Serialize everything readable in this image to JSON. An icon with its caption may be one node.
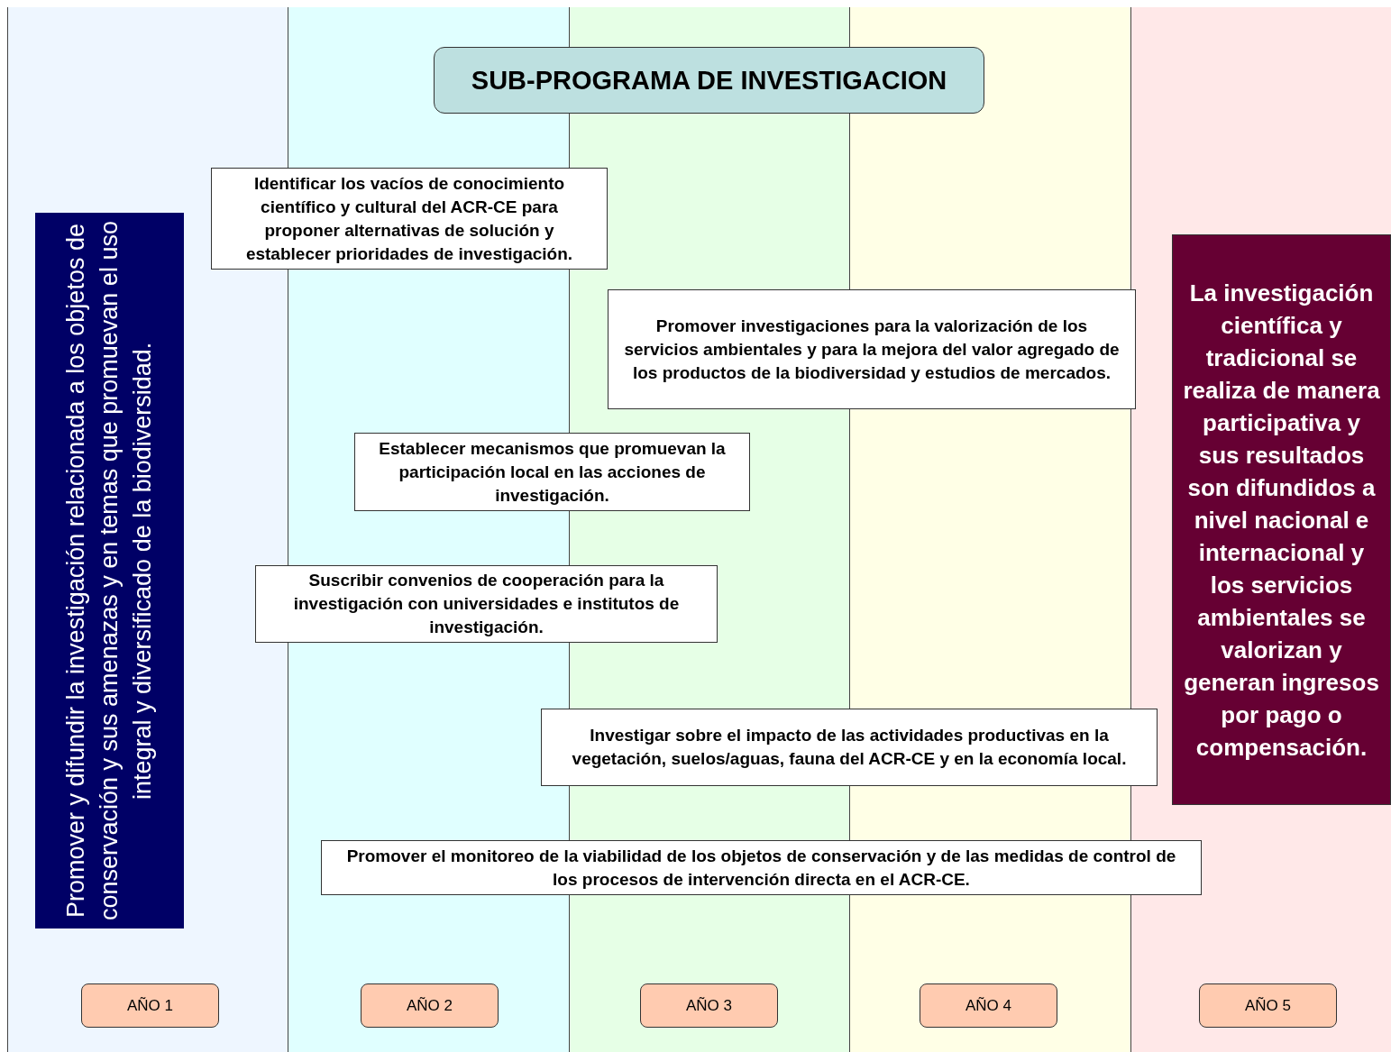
{
  "diagram": {
    "nodes": [
      {
        "text": [
          "SUB-PROGRAMA DE INVESTIGACION"
        ]
      },
      {
        "text": [
          "Promover y difundir la investigación relacionada a los objetos de conservación y sus amenazas y en temas que promuevan el uso integral y diversificado de la biodiversidad."
        ]
      },
      {
        "text": [
          "Identificar los vacíos de conocimiento científico y cultural del ACR-CE para proponer alternativas de solución y establecer prioridades de investigación."
        ]
      },
      {
        "text": [
          "Promover investigaciones para la valorización de los servicios ambientales y para la mejora del valor agregado de los productos de la biodiversidad y estudios de mercados."
        ]
      },
      {
        "text": [
          "Establecer mecanismos que promuevan la participación local en las acciones de investigación."
        ]
      },
      {
        "text": [
          "Suscribir convenios de cooperación para la investigación con universidades e institutos de investigación."
        ]
      },
      {
        "text": [
          "Investigar sobre el impacto de las actividades productivas en la vegetación, suelos/aguas, fauna del ACR-CE y en la economía local."
        ]
      },
      {
        "text": [
          "Promover el monitoreo de la viabilidad de los objetos de conservación y de las medidas de control de los procesos de intervención directa en el ACR-CE."
        ]
      },
      {
        "text": [
          "La investigación científica y tradicional se realiza de manera participativa y sus resultados son difundidos a nivel nacional e internacional y los servicios ambientales se valorizan y generan ingresos por pago o compensación."
        ]
      },
      {
        "text": [
          "AÑO 1"
        ]
      },
      {
        "text": [
          "AÑO 2"
        ]
      },
      {
        "text": [
          "AÑO 3"
        ]
      },
      {
        "text": [
          "AÑO 4"
        ]
      },
      {
        "text": [
          "AÑO 5"
        ]
      }
    ]
  }
}
